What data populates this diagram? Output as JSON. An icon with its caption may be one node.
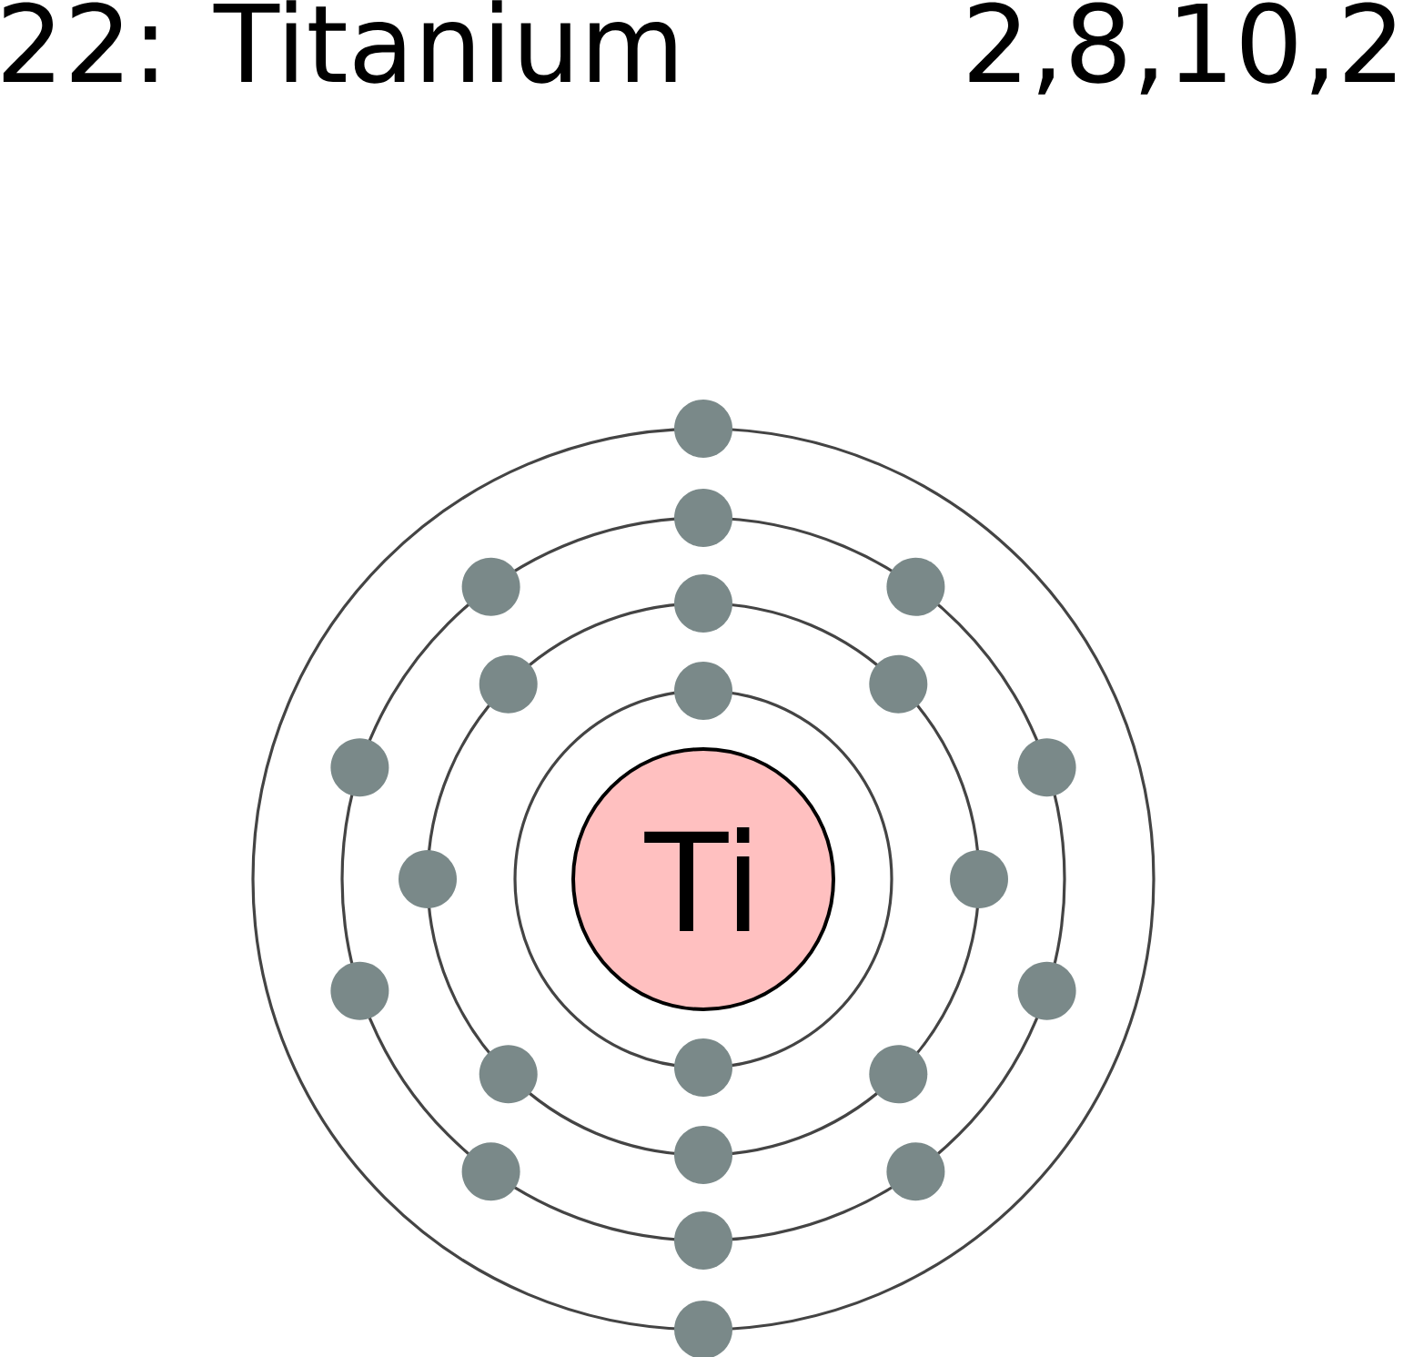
{
  "diagram": {
    "nodes": [
      {
        "text": [
          "Ti"
        ]
      }
    ],
    "labels": [
      "22: Titanium",
      "2,8,10,2"
    ]
  }
}
